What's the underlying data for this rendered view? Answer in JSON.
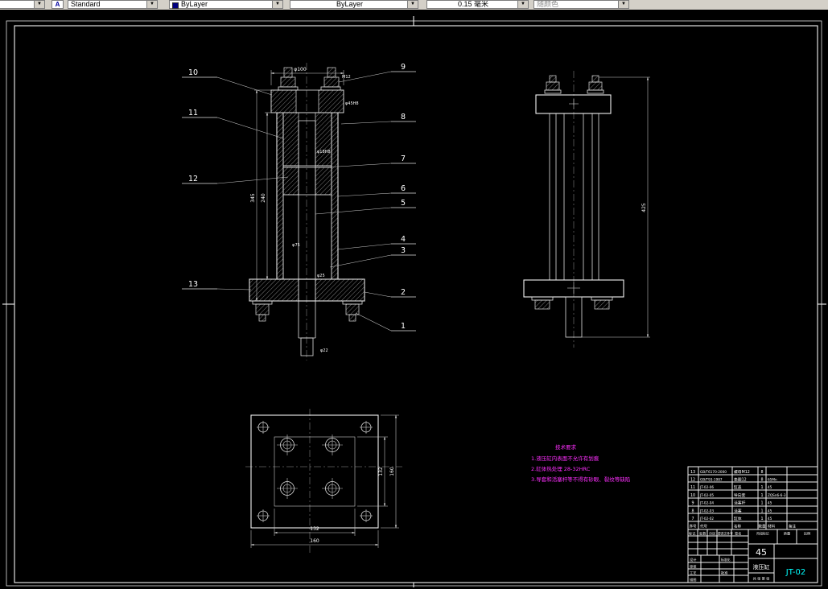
{
  "toolbar": {
    "layer_value": "",
    "text_style": "Standard",
    "color": "ByLayer",
    "linetype": "ByLayer",
    "lineweight": "0.15 毫米",
    "plot_style": "随颜色"
  },
  "drawing": {
    "balloons": [
      "1",
      "2",
      "3",
      "4",
      "5",
      "6",
      "7",
      "8",
      "9",
      "10",
      "11",
      "12",
      "13"
    ],
    "dims": {
      "top_width": "φ100",
      "bolt_thread": "M12",
      "gland_bore": "φ45H8",
      "rod_guide": "φ18H8",
      "bore": "φ75",
      "rod_fit": "φ25",
      "rod_end": "φ22",
      "height_total": "345",
      "height_barrel": "240",
      "side_height": "425",
      "plan_inner": "132",
      "plan_outer": "160"
    },
    "notes": {
      "title": "技术要求",
      "line1": "1.液压缸内表面不允许有划痕",
      "line2": "2.缸体热处理 28-32HRC",
      "line3": "3.导套和活塞杆等不得有砂眼、裂纹等缺陷"
    }
  },
  "title_block": {
    "material": "45",
    "part_name": "液压缸",
    "drawing_number": "JT-02",
    "sheet_note": "共 张 第 张",
    "labels": {
      "mark": "标记",
      "count": "处数",
      "zone": "分区",
      "change_doc": "更改文件号",
      "sign": "签名",
      "design": "设计",
      "standardize": "标准化",
      "check": "审核",
      "process": "工艺",
      "approve": "批准",
      "trace": "描图",
      "stage": "阶段标记",
      "weight": "质量",
      "scale": "比例"
    },
    "bom_header": [
      "序号",
      "代号",
      "名称",
      "数量",
      "材料",
      "备注"
    ],
    "bom_rows": [
      [
        "13",
        "GB/T6170-2000",
        "螺母M12",
        "8",
        ""
      ],
      [
        "12",
        "GB/T93-1987",
        "垫圈12",
        "8",
        "65Mn"
      ],
      [
        "11",
        "JT-02-06",
        "缸盖",
        "1",
        "45"
      ],
      [
        "10",
        "JT-02-05",
        "导向套",
        "1",
        "ZQSn6-6-3"
      ],
      [
        "9",
        "JT-02-04",
        "活塞杆",
        "1",
        "45"
      ],
      [
        "8",
        "JT-02-03",
        "活塞",
        "1",
        "45"
      ],
      [
        "7",
        "JT-02-02",
        "缸体",
        "1",
        "45"
      ]
    ]
  }
}
